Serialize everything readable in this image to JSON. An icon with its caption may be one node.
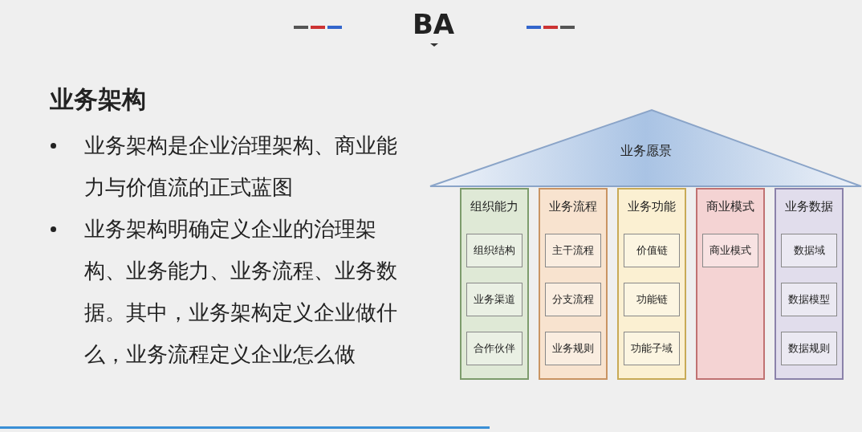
{
  "diagram": {
    "title": "BA",
    "nodes": [
      {
        "text": [
          "业务愿景"
        ]
      },
      {
        "text": [
          "组织能力"
        ]
      },
      {
        "text": [
          "组织结构"
        ],
        "in": 1
      },
      {
        "text": [
          "业务渠道"
        ],
        "in": 1
      },
      {
        "text": [
          "合作伙伴"
        ],
        "in": 1
      },
      {
        "text": [
          "业务流程"
        ]
      },
      {
        "text": [
          "主干流程"
        ],
        "in": 5
      },
      {
        "text": [
          "分支流程"
        ],
        "in": 5
      },
      {
        "text": [
          "业务规则"
        ],
        "in": 5
      },
      {
        "text": [
          "业务功能"
        ]
      },
      {
        "text": [
          "价值链"
        ],
        "in": 9
      },
      {
        "text": [
          "功能链"
        ],
        "in": 9
      },
      {
        "text": [
          "功能子域"
        ],
        "in": 9
      },
      {
        "text": [
          "商业模式"
        ]
      },
      {
        "text": [
          "商业模式"
        ],
        "in": 13
      },
      {
        "text": [
          "业务数据"
        ]
      },
      {
        "text": [
          "数据域"
        ],
        "in": 15
      },
      {
        "text": [
          "数据模型"
        ],
        "in": 15
      },
      {
        "text": [
          "数据规则"
        ],
        "in": 15
      }
    ],
    "labels": [
      "业务架构",
      "业务架构是企业治理架构、商业能力与价值流的正式蓝图",
      "业务架构明确定义企业的治理架构、业务能力、业务流程、业务数据。其中，业务架构定义企业做什么，业务流程定义企业怎么做"
    ]
  }
}
